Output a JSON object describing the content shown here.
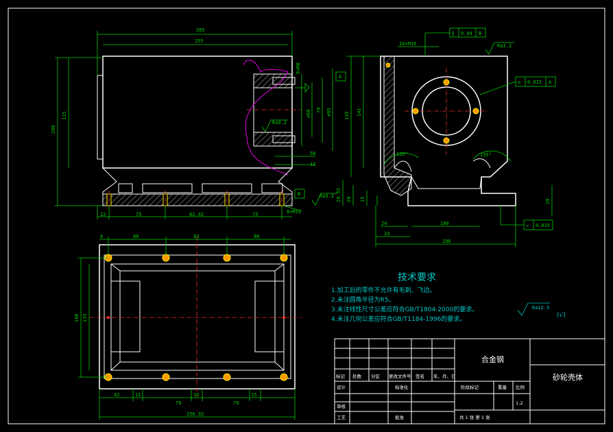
{
  "dims": {
    "front_top_outer": "265",
    "front_top_inner": "255",
    "front_height_outer": "200",
    "front_height_inner": "115",
    "front_bottom": [
      "12",
      "75",
      "82.92",
      "75"
    ],
    "front_right_stack": [
      "8×M8",
      "∅60",
      "79",
      "∅95",
      "50",
      "12"
    ],
    "front_holes_bottom": "8×M12",
    "side_top_holes": "10×M16",
    "side_left": [
      "133",
      "141",
      "29.55",
      "20",
      "15"
    ],
    "side_bottom": [
      "24",
      "100",
      "33",
      "190"
    ],
    "side_right": "20",
    "angles": [
      "135°",
      "135°"
    ],
    "plan_top": [
      "6",
      "80",
      "83",
      "80"
    ],
    "plan_left": [
      "168",
      "133"
    ],
    "plan_bottom": [
      "42",
      "15",
      "79",
      "15",
      "79",
      "15"
    ],
    "plan_total": "256.92"
  },
  "datums": {
    "a": "A",
    "b": "B"
  },
  "roughness": {
    "top_right": "Ra3.2",
    "front_bore": "Ra3.2",
    "base": "Ra3.2",
    "general": "Ra12.5",
    "general_symbol": "(√)"
  },
  "tolerances": {
    "parallel_top": {
      "value": "0.04",
      "datum": "B"
    },
    "concentric": {
      "value": "0.015",
      "datum": "A"
    },
    "flatness": {
      "value": "0.015"
    }
  },
  "notes": {
    "title": "技术要求",
    "items": [
      "1.加工后的零件不允许有毛刺、飞边。",
      "2.未注圆角半径为R5。",
      "3.未注线性尺寸公差应符合GB/T1804-2000的要求。",
      "4.未注几何公差应符合GB/T1184-1996的要求。"
    ]
  },
  "title_block": {
    "material": "合金钢",
    "part_name": "砂轮壳体",
    "row_labels": [
      "标记",
      "处数",
      "分区",
      "更改文件号",
      "签名",
      "年、月、日"
    ],
    "designer": "设计",
    "standardize": "标准化",
    "review": "审核",
    "process": "工艺",
    "approve": "批准",
    "stage_mark": "阶段标记",
    "weight": "重量",
    "scale_label": "比例",
    "scale": "1:2",
    "sheets": "共  1  张    第  1  张"
  }
}
